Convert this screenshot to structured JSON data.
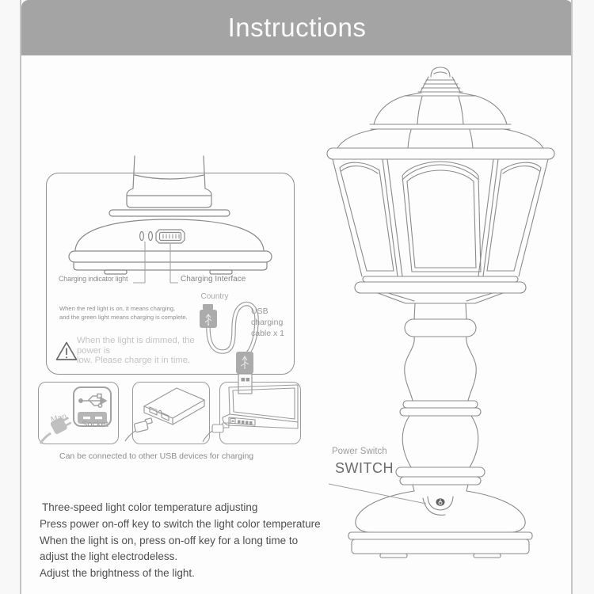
{
  "header": {
    "title": "Instructions"
  },
  "charging_panel": {
    "labels": {
      "indicator": "Charging indicator light",
      "interface": "Charging Interface",
      "country": "Country",
      "cable_line1": "USB charging",
      "cable_line2": "cable x 1"
    },
    "notes": {
      "red_green_line1": "When the red light is on, it means charging,",
      "red_green_line2": "and the green light means charging is complete.",
      "warning_line1": "When the light is dimmed, the power is",
      "warning_line2": "low. Please charge it in time."
    },
    "icons": [
      "charging-indicator-lights",
      "usb-charging-port",
      "warning-triangle",
      "micro-usb-connector",
      "usb-a-connector",
      "usb-cable"
    ]
  },
  "usb_devices": {
    "plug_label": "Man",
    "socket_label": "Socket",
    "caption": "Can be connected to other USB devices for charging",
    "icons": [
      "wall-usb-socket",
      "power-plug",
      "power-bank",
      "laptop-usb"
    ]
  },
  "power_switch": {
    "label": "Power Switch",
    "name": "SWITCH"
  },
  "footer": {
    "lines": [
      "Three-speed light color temperature adjusting",
      "Press power on-off key to switch the light color temperature",
      "When the light is on, press on-off key for a long time to",
      "adjust the light electrodeless.",
      "Adjust the brightness of the light."
    ]
  },
  "colors": {
    "header_bg": "#a4a4a4",
    "line_art": "#8a8a8a",
    "body_text": "#4f4f4f",
    "label_gray": "#8e8e8e",
    "faint_gray": "#c3c3c3",
    "connector_fill": "#ababab"
  }
}
